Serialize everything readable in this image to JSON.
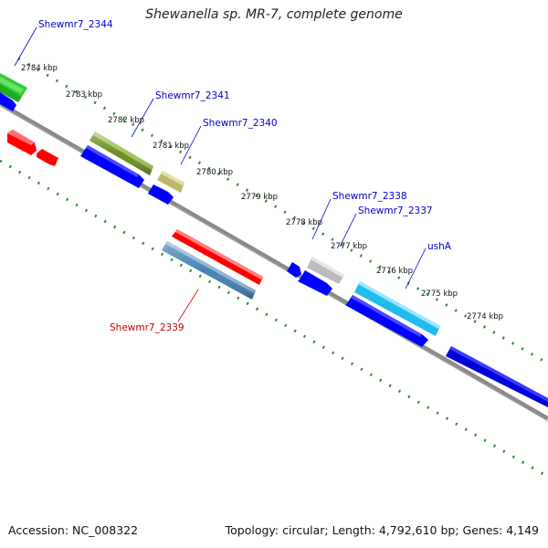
{
  "map": {
    "title": "Shewanella sp. MR-7, complete genome",
    "accession_label": "Accession: NC_008322",
    "summary_label": "Topology: circular; Length: 4,792,610 bp; Genes: 4,149",
    "tick_labels": [
      "2784 kbp",
      "2783 kbp",
      "2782 kbp",
      "2781 kbp",
      "2780 kbp",
      "2779 kbp",
      "2778 kbp",
      "2777 kbp",
      "2776 kbp",
      "2775 kbp",
      "2774 kbp"
    ],
    "gene_labels": [
      "Shewmr7_2344",
      "Shewmr7_2341",
      "Shewmr7_2340",
      "Shewmr7_2338",
      "Shewmr7_2337",
      "ushA",
      "Shewmr7_2339"
    ],
    "colors": {
      "background": "#ffffff",
      "backbone": "#808080",
      "tick_dots": "#2e8b2e",
      "label_blue": "#0000cc",
      "label_red": "#cc0000",
      "blue_feature": "#0000ff",
      "red_feature": "#ff0000",
      "green_feature": "#33cc33",
      "olive_feature": "#6b8e23",
      "khaki_feature": "#bdb76b",
      "gray_feature": "#c0c0c0",
      "cyan_feature": "#33ccee",
      "steel_feature": "#4682b4"
    }
  }
}
